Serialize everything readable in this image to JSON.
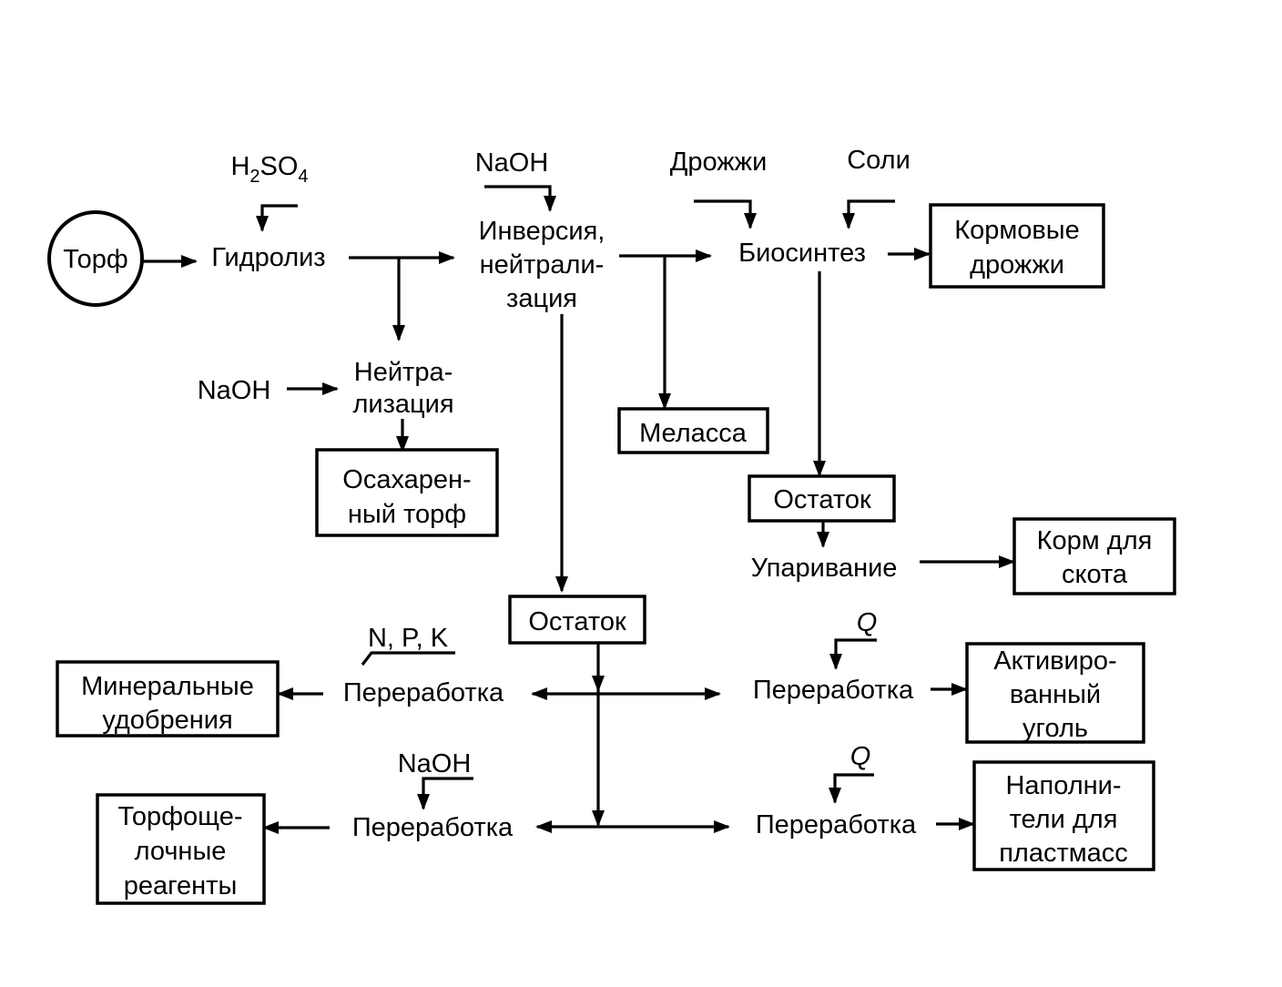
{
  "nodes": {
    "peat": "Торф",
    "hydrolysis": "Гидролиз",
    "h2so4": {
      "h": "H",
      "sub1": "2",
      "so": "SO",
      "sub2": "4"
    },
    "naoh_top": "NaOH",
    "inversion": [
      "Инверсия,",
      "нейтрали-",
      "зация"
    ],
    "yeast": "Дрожжи",
    "salts": "Соли",
    "biosynthesis": "Биосинтез",
    "feed_yeast": [
      "Кормовые",
      "дрожжи"
    ],
    "naoh_left": "NaOH",
    "neutralization": [
      "Нейтра-",
      "лизация"
    ],
    "saccharified_peat": [
      "Осахарен-",
      "ный торф"
    ],
    "molasses": "Меласса",
    "residue_right": "Остаток",
    "evaporation": "Упаривание",
    "cattle_feed": [
      "Корм для",
      "скота"
    ],
    "residue_center": "Остаток",
    "npk": "N, P, K",
    "processing_npk": "Переработка",
    "mineral_fertilizers": [
      "Минеральные",
      "удобрения"
    ],
    "q1": "Q",
    "processing_q1": "Переработка",
    "activated_carbon": [
      "Активиро-",
      "ванный",
      "уголь"
    ],
    "naoh_bottom": "NaOH",
    "processing_naoh": "Переработка",
    "peat_alkali_reagents": [
      "Торфоще-",
      "лочные",
      "реагенты"
    ],
    "q2": "Q",
    "processing_q2": "Переработка",
    "plastic_fillers": [
      "Наполни-",
      "тели для",
      "пластмасс"
    ]
  }
}
